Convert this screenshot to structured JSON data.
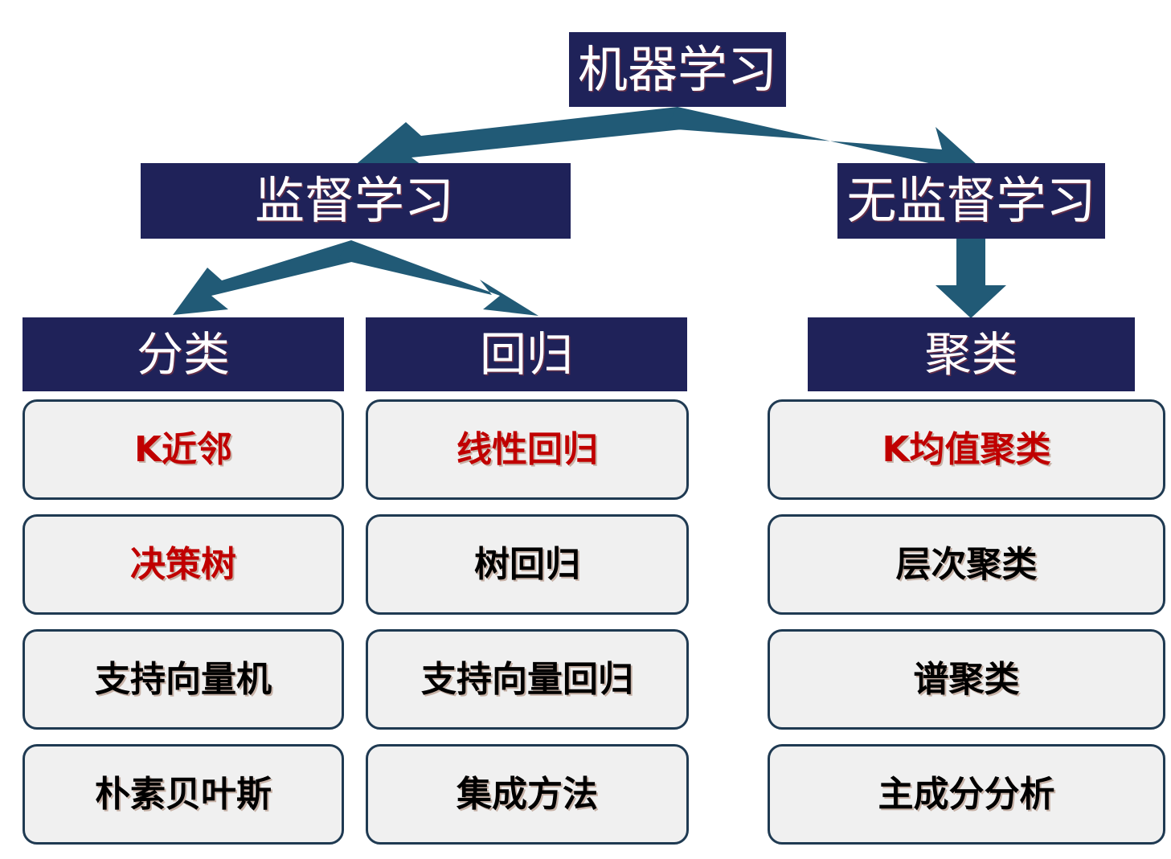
{
  "diagram": {
    "title": "机器学习",
    "accent_arrow_color": "#215A76",
    "node_fill_color": "#1F2259",
    "node_text_color": "#FFFFFF",
    "card_fill_color": "#F0F0F0",
    "card_border_color": "#1F3A52",
    "highlight_text_color": "#C00000",
    "normal_text_color": "#000000"
  },
  "root": {
    "label": "机器学习"
  },
  "branches": [
    {
      "label": "监督学习"
    },
    {
      "label": "无监督学习"
    }
  ],
  "categories": [
    {
      "label": "分类"
    },
    {
      "label": "回归"
    },
    {
      "label": "聚类"
    }
  ],
  "columns": [
    {
      "header": "分类",
      "items": [
        {
          "label": "K近邻",
          "highlight": true
        },
        {
          "label": "决策树",
          "highlight": true
        },
        {
          "label": "支持向量机",
          "highlight": false
        },
        {
          "label": "朴素贝叶斯",
          "highlight": false
        }
      ]
    },
    {
      "header": "回归",
      "items": [
        {
          "label": "线性回归",
          "highlight": true
        },
        {
          "label": "树回归",
          "highlight": false
        },
        {
          "label": "支持向量回归",
          "highlight": false
        },
        {
          "label": "集成方法",
          "highlight": false
        }
      ]
    },
    {
      "header": "聚类",
      "items": [
        {
          "label": "K均值聚类",
          "highlight": true
        },
        {
          "label": "层次聚类",
          "highlight": false
        },
        {
          "label": "谱聚类",
          "highlight": false
        },
        {
          "label": "主成分分析",
          "highlight": false
        }
      ]
    }
  ]
}
